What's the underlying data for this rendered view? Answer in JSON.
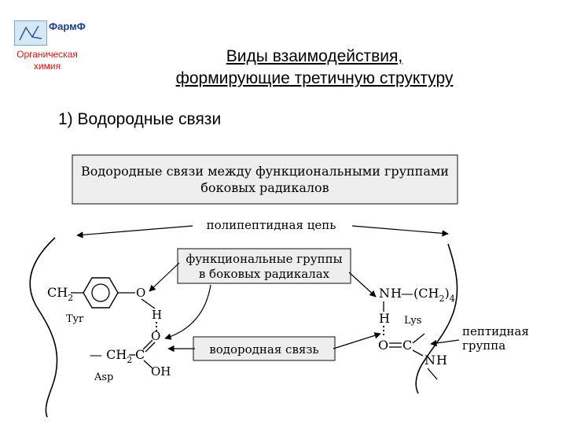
{
  "logo": {
    "name": "ФармФ",
    "subtitle": "Органическая химия"
  },
  "slide": {
    "title_line1": "Виды взаимодействия,",
    "title_line2": "формирующие третичную структуру",
    "subheading": "1) Водородные связи"
  },
  "diagram": {
    "banner_line1": "Водородные связи между функциональными группами",
    "banner_line2": "боковых радикалов",
    "chain_label": "полипептидная цепь",
    "func_line1": "функциональные группы",
    "func_line2": "в боковых радикалах",
    "hbond_label": "водородная связь",
    "tyr": {
      "ch2": "CH",
      "sub2": "2",
      "o": "O",
      "h": "H",
      "name": "Tyr"
    },
    "asp": {
      "ch2": "CH",
      "sub2": "2",
      "o": "O",
      "c": "C",
      "oh": "OH",
      "name": "Asp",
      "dash": "— "
    },
    "lys": {
      "n": "N",
      "h": "H",
      "ch2": "—(CH",
      "sub2": "2",
      "close": ")",
      "sub4": "4",
      "hbelow": "H",
      "name": "Lys"
    },
    "peptide": {
      "o": "O",
      "c": "C",
      "n": "N",
      "h": "H",
      "line1": "пептидная",
      "line2": "группа"
    }
  }
}
